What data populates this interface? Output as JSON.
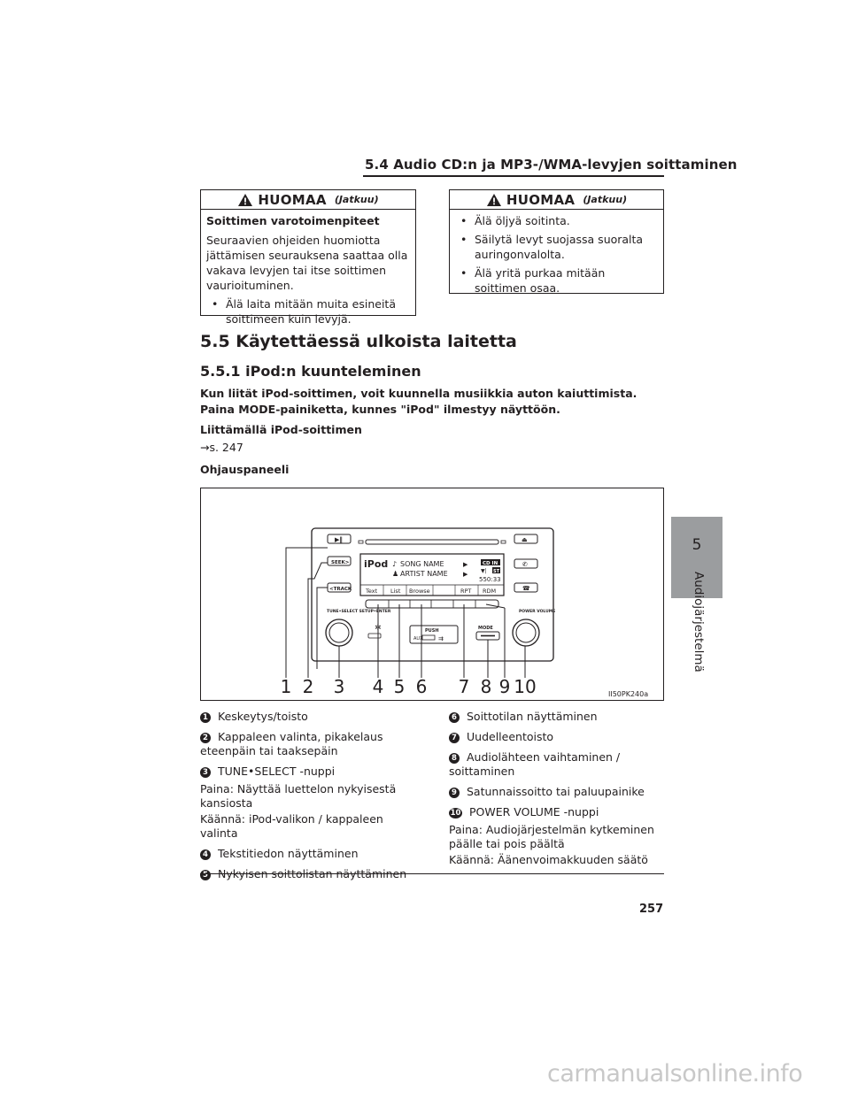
{
  "header": {
    "section_title": "5.4  Audio CD:n ja MP3-/WMA-levyjen soittaminen"
  },
  "notice_left": {
    "title": "HUOMAA",
    "cont": "(Jatkuu)",
    "subtitle": "Soittimen varotoimenpiteet",
    "body": "Seuraavien ohjeiden huomiotta jättämisen seurauksena saattaa olla vakava levyjen tai itse soittimen vaurioituminen.",
    "bullets": [
      "Älä laita mitään muita esineitä soittimeen kuin levyjä."
    ]
  },
  "notice_right": {
    "title": "HUOMAA",
    "cont": "(Jatkuu)",
    "bullets": [
      "Älä öljyä soitinta.",
      "Säilytä levyt suojassa suoralta auringonvalolta.",
      "Älä yritä purkaa mitään soittimen osaa."
    ]
  },
  "section": {
    "h1": "5.5  Käytettäessä ulkoista laitetta",
    "h2": "5.5.1  iPod:n kuunteleminen",
    "intro": "Kun liität iPod-soittimen, voit kuunnella musiikkia auton kaiuttimista. Paina MODE-painiketta, kunnes \"iPod\" ilmestyy näyttöön.",
    "sub1": "Liittämällä iPod-soittimen",
    "ref": "→s. 247",
    "sub2": "Ohjauspaneeli"
  },
  "figure": {
    "code": "II50PK240a",
    "display": {
      "source": "iPod",
      "song": "SONG NAME",
      "artist": "ARTIST NAME",
      "time": "550:33",
      "badge1": "CD IN",
      "badge2": "ST",
      "tabs": [
        "Text",
        "List",
        "Browse",
        "RPT",
        "RDM"
      ]
    },
    "labels": {
      "seek": "SEEK>",
      "track": "<TRACK",
      "tune": "TUNE•SELECT\nSETUP•ENTER",
      "power": "POWER\nVOLUME",
      "mode": "MODE",
      "push": "PUSH",
      "aux": "AUX"
    },
    "callouts": [
      "1",
      "2",
      "3",
      "4",
      "5",
      "6",
      "7",
      "8",
      "9",
      "10"
    ]
  },
  "legend_left": [
    {
      "n": "1",
      "text": "Keskeytys/toisto"
    },
    {
      "n": "2",
      "text": "Kappaleen valinta, pikakelaus eteenpäin tai taaksepäin"
    },
    {
      "n": "3",
      "text": "TUNE•SELECT -nuppi",
      "extra": [
        "Paina: Näyttää luettelon nykyisestä kansiosta",
        "Käännä: iPod-valikon / kappaleen valinta"
      ]
    },
    {
      "n": "4",
      "text": "Tekstitiedon näyttäminen"
    },
    {
      "n": "5",
      "text": "Nykyisen soittolistan näyttäminen"
    }
  ],
  "legend_right": [
    {
      "n": "6",
      "text": "Soittotilan näyttäminen"
    },
    {
      "n": "7",
      "text": "Uudelleentoisto"
    },
    {
      "n": "8",
      "text": "Audiolähteen vaihtaminen / soittaminen"
    },
    {
      "n": "9",
      "text": "Satunnaissoitto tai paluupainike"
    },
    {
      "n": "10",
      "text": "POWER VOLUME -nuppi",
      "extra": [
        "Paina: Audiojärjestelmän kytkeminen päälle tai pois päältä",
        "Käännä: Äänenvoimakkuuden säätö"
      ]
    }
  ],
  "sidetab": {
    "number": "5",
    "label": "Audiojärjestelmä"
  },
  "page_number": "257",
  "watermark": "carmanualsonline.info"
}
